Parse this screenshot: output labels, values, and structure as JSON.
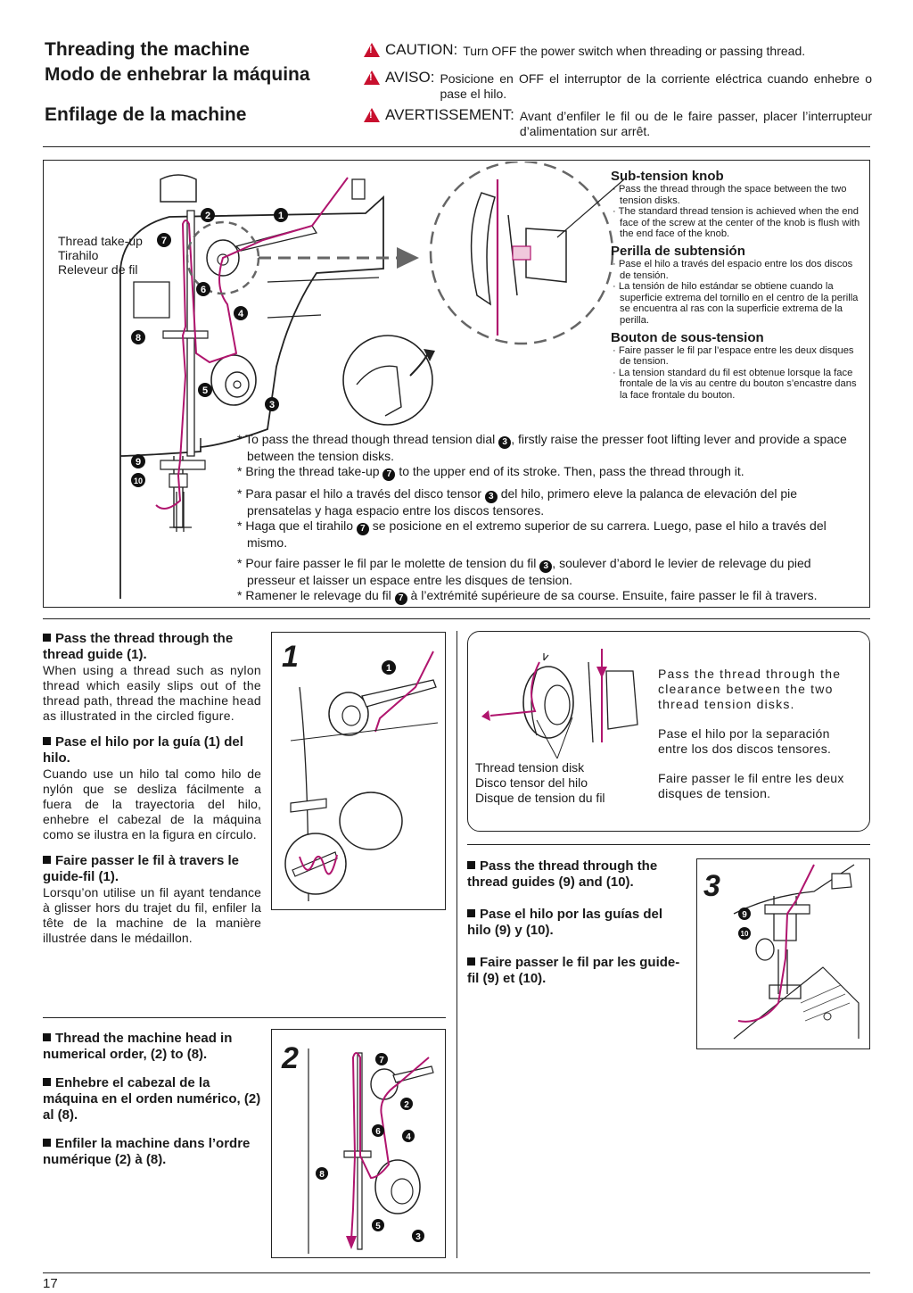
{
  "header": {
    "title_en": "Threading the machine",
    "title_es": "Modo de enhebrar la máquina",
    "title_fr": "Enfilage de la machine",
    "caution_label": "CAUTION:",
    "caution_text": "Turn OFF the power switch when threading or passing thread.",
    "aviso_label": "AVISO:",
    "aviso_text": "Posicione en OFF el interruptor de la corriente eléctrica cuando enhebre o pase el hilo.",
    "avert_label": "AVERTISSEMENT:",
    "avert_text": "Avant d’enfiler le fil ou de le faire passer, placer l’interrupteur d’alimentation sur arrêt."
  },
  "diagram": {
    "takeup_label": [
      "Thread take-up",
      "Tirahilo",
      "Releveur de fil"
    ],
    "takeup_num": "7",
    "callouts": [
      "1",
      "2",
      "3",
      "4",
      "5",
      "6",
      "8",
      "9",
      "10"
    ]
  },
  "subtension": {
    "en_head": "Sub-tension knob",
    "en_items": [
      "Pass the thread through the space between the two tension disks.",
      "The standard thread tension is achieved when the end face of the screw at the center of the knob is flush with the end face of the knob."
    ],
    "es_head": "Perilla de subtensión",
    "es_items": [
      "Pase el hilo a través del espacio entre los dos discos de tensión.",
      "La tensión de hilo estándar se obtiene cuando la superficie extrema del tornillo en el centro de la perilla se encuentra al ras con la superficie extrema de la perilla."
    ],
    "fr_head": "Bouton de sous-tension",
    "fr_items": [
      "Faire passer le fil par l’espace entre les deux disques de tension.",
      "La tension standard du fil est obtenue lorsque la face frontale de la vis au centre du bouton s’encastre dans la face frontale du bouton."
    ]
  },
  "notes": {
    "en1a": "To pass the thread though thread tension dial ",
    "en1b": ", firstly raise the presser foot lifting lever and provide a space between the tension disks.",
    "en2a": "Bring the thread take-up ",
    "en2b": " to the upper end of its stroke. Then, pass the thread through it.",
    "es1a": "Para pasar el hilo a través del disco tensor ",
    "es1b": " del hilo, primero eleve la palanca de elevación del pie prensatelas y haga espacio entre los discos tensores.",
    "es2a": "Haga que el tirahilo ",
    "es2b": " se posicione en el extremo superior de su carrera. Luego, pase el hilo a través del mismo.",
    "fr1a": "Pour faire passer le fil par le molette de tension du fil ",
    "fr1b": ", soulever d’abord le levier de relevage du pied presseur et laisser un espace entre les disques de tension.",
    "fr2a": "Ramener le relevage du fil ",
    "fr2b": " à l’extrémité supérieure de sa course. Ensuite, faire passer le fil à travers.",
    "n3": "3",
    "n7": "7"
  },
  "step1": {
    "en_head": "Pass the thread through the thread guide (1).",
    "en_body": "When using a thread such as nylon thread which easily slips out of the thread path, thread the machine head as illustrated in the circled figure.",
    "es_head": "Pase el hilo por la guía (1) del hilo.",
    "es_body": "Cuando use un hilo tal como hilo de nylón que se desliza fácilmente a fuera de la trayectoria del hilo, enhebre el cabezal de la máquina como se ilustra en la figura en círculo.",
    "fr_head": "Faire passer le fil à travers le guide-fil (1).",
    "fr_body": "Lorsqu’on utilise un fil ayant tendance à glisser hors du trajet du fil, enfiler la tête de la machine de la manière illustrée dans le médaillon.",
    "fig_num": "1"
  },
  "step2": {
    "en_head": "Thread the machine head in numerical order, (2) to (8).",
    "es_head": "Enhebre el cabezal de la máquina en el orden numérico, (2) al (8).",
    "fr_head": "Enfiler la machine dans l’ordre numérique (2) à (8).",
    "fig_num": "2"
  },
  "disk": {
    "label": [
      "Thread tension disk",
      "Disco tensor del hilo",
      "Disque de tension du fil"
    ],
    "en": "Pass the thread through the clearance between the two thread tension disks.",
    "es": "Pase el hilo por la separación entre los dos discos tensores.",
    "fr": "Faire passer le fil entre les deux disques de tension."
  },
  "step3": {
    "en_head": "Pass the thread through the thread guides (9) and (10).",
    "es_head": "Pase el hilo por las guías del hilo (9) y (10).",
    "fr_head": "Faire passer le fil par les guide-fil (9) et (10).",
    "fig_num": "3"
  },
  "footer": {
    "page": "17"
  },
  "colors": {
    "thread": "#b0156e",
    "ink": "#1a1a1a"
  }
}
